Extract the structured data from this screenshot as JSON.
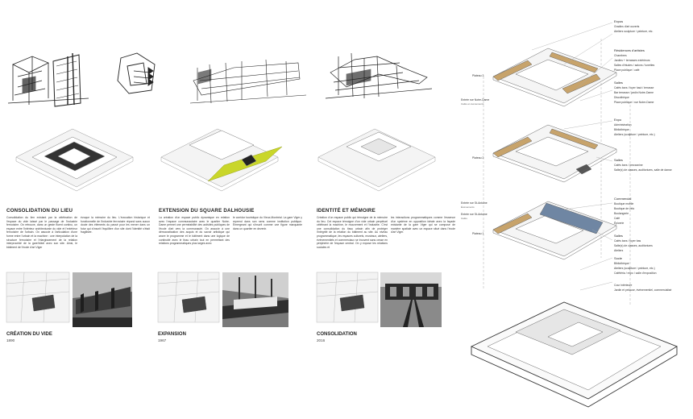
{
  "sections": [
    {
      "title": "CONSOLIDATION DU LIEU",
      "text_col1": "Consolidation du lien existant par la célébration de l'espace du vide laissé par le passage de l'industrie ferroviaire. On retrouve, dans un geste fluent continu, un espace entre l'intérieur architecturale du vide et l'extérieur ferroviaire de l'urbain. On associe à l'articulation d'une forme entre l'urbain et la machine : une interpolation de la structure ferroviaire et l'élargissement de la relation interprocédé de la gare/hôtel avec son site. Ainsi, le bâtiment de l'école d'art Viger",
      "text_col2": "évoque la mémoire du lieu. L'évocation historique et fonctionnelle de l'industrie ferroviaire répond sans aucun doute des éléments du passé pour les mener dans un futur qui s'inscrit l'équilibre d'un site dont l'identité s'était fragilisée."
    },
    {
      "title": "EXTENSION DU SQUARE DALHOUSIE",
      "text_col1": "La création d'un espace public dynamique en relation avec l'espace communautaire avec le quartier Notre-Dame permet une perméabilité des activités publiques de l'école d'art vers la communauté. On associe à une démocratisation des acquis et du savoir artistique qui ancre le programme et le bâtiment dans une logique de continuité avec le tissu urbain tout en permettant des relations programmatiques plus larges avec",
      "text_col2": "le corridor touristique du Vieux-Montréal. La gare Viger y reprend dans son sens comme institution publique. Émergeant qui s'inscrit comme une figure marquante dans un quartier en devenir."
    },
    {
      "title": "IDENTITÉ ET MÉMOIRE",
      "text_col1": "Création d'un espace public qui témoigne de la mémoire du lieu. Cet espace témoigne d'un vide urbain perpétuel célébrant la machine, le mouvement et l'industrie. C'est une consolidation du tissu urbain afin de protéger l'intégrité de la relation du bâtiment au site. Au niveau programmatique, les espaces culturels, muséaux, ateliers, événementiels et commerciaux se trouvent sans cesse en périphérie de l'espace central. On y expose les relations sociales et",
      "text_col2": "les interactions programmatiques comme l'essence d'un système en opposition idéale avec la façade existante de la gare Viger qui se compose de manière spatiale avec un espace situé dans l'école d'art Viger."
    }
  ],
  "eras": [
    {
      "title": "CRÉATION DU VIDE",
      "year": "1890"
    },
    {
      "title": "EXPANSION",
      "year": "1967"
    },
    {
      "title": "CONSOLIDATION",
      "year": "2016"
    }
  ],
  "levels": [
    {
      "label": "Plateau 3"
    },
    {
      "label": "Plateau 2"
    },
    {
      "label": "Plateau 1"
    }
  ],
  "entrances": [
    {
      "label": "Entrée rue Notre-Dame",
      "sub": "Cafés et évènements"
    },
    {
      "label": "Entrée rue St-Antoine",
      "sub": "Événements"
    },
    {
      "label": "Entrée rue St-Antoine",
      "sub": "Cafés"
    }
  ],
  "legend_groups": [
    {
      "heading": "Expos",
      "items": [
        "Gradins d'art ouverts",
        "Ateliers sculpture / peinture, etc."
      ]
    },
    {
      "heading": "Résidences d'artistes",
      "items": [
        "Chambres",
        "Jardins + terrasses extérieurs",
        "Salles d'études / salons / lunettes",
        "Place publique / café"
      ]
    },
    {
      "heading": "Salles",
      "items": [
        "Cafés bars / foyer haut / terrasse",
        "Bar terrasse / jardin Notre-Dame",
        "Discothèque",
        "Place publique / rue Notre-Dame"
      ]
    },
    {
      "heading": "Expo",
      "items": [
        "Administration",
        "Bibliothèque",
        "Ateliers (sculpture / peinture, etc.)"
      ]
    },
    {
      "heading": "Salles",
      "items": [
        "Cafés bars / mezzanine",
        "Salle(s) de classes, auditoriums, salle de danse"
      ]
    },
    {
      "heading": "Commercial",
      "items": [
        "Boutique mobile",
        "Boutique de vélo",
        "Boulangerie",
        "Café",
        "Épicerie"
      ]
    },
    {
      "heading": "Salles",
      "items": [
        "Cafés bars / foyer bas",
        "Salle(s) de classes, auditoriums",
        "Ateliers"
      ]
    },
    {
      "heading": "Socle",
      "items": [
        "Bibliothèque",
        "Ateliers (sculpture / peinture, etc.)",
        "Cafétéria / expo / salle d'exposition"
      ]
    },
    {
      "heading": "",
      "items": [
        "Cour intérieure",
        "Jardin et pelouse, évènementiel, commercialisé"
      ]
    }
  ],
  "colors": {
    "accent": "#c9d62a",
    "wood": "#c7a36b",
    "blue": "#6f86a3",
    "line": "#333333"
  }
}
